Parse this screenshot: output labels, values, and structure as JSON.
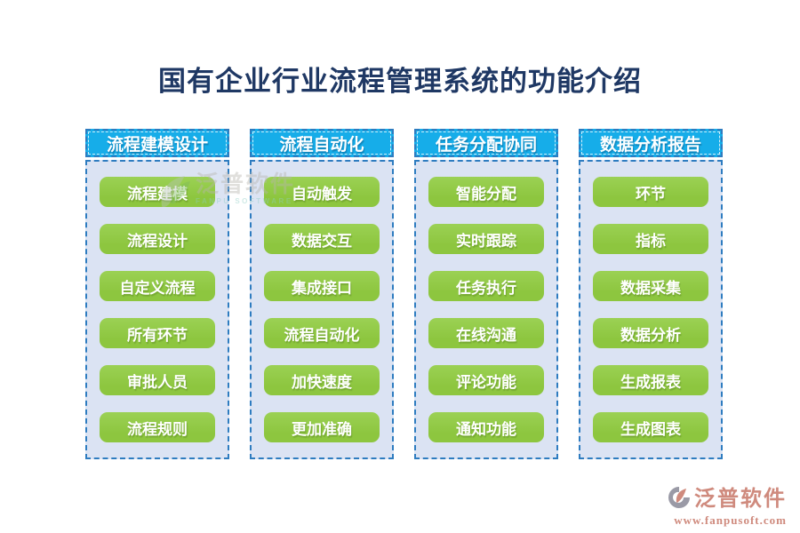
{
  "title": "国有企业行业流程管理系统的功能介绍",
  "columns": [
    {
      "header": "流程建模设计",
      "items": [
        "流程建模",
        "流程设计",
        "自定义流程",
        "所有环节",
        "审批人员",
        "流程规则"
      ]
    },
    {
      "header": "流程自动化",
      "items": [
        "自动触发",
        "数据交互",
        "集成接口",
        "流程自动化",
        "加快速度",
        "更加准确"
      ]
    },
    {
      "header": "任务分配协同",
      "items": [
        "智能分配",
        "实时跟踪",
        "任务执行",
        "在线沟通",
        "评论功能",
        "通知功能"
      ]
    },
    {
      "header": "数据分析报告",
      "items": [
        "环节",
        "指标",
        "数据采集",
        "数据分析",
        "生成报表",
        "生成图表"
      ]
    }
  ],
  "watermark_center": {
    "brand": "泛普软件",
    "subtitle": "FANPU SOFTWARE"
  },
  "footer": {
    "brand": "泛普软件",
    "url": "www.fanpusoft.com"
  },
  "colors": {
    "title": "#1f3864",
    "header_bg": "#16ade9",
    "dash_border": "#2e7cc0",
    "body_bg": "#dbe3f3",
    "button_green": "#8dc63f",
    "footer_brand": "#cf8a7d"
  }
}
